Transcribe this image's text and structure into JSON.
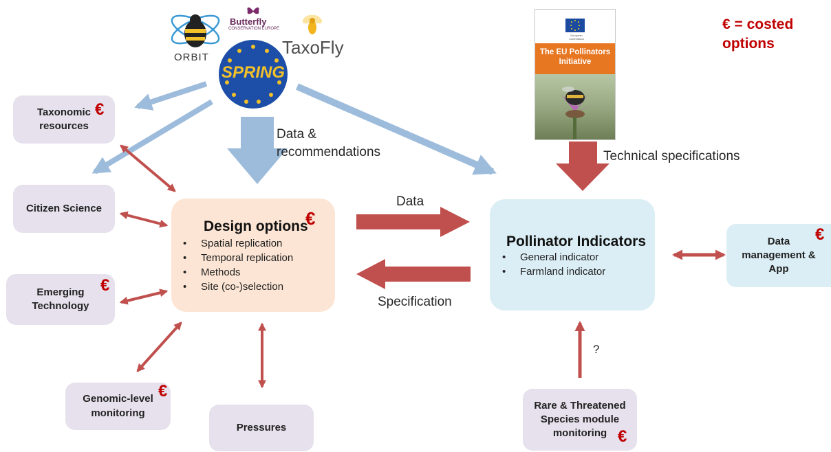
{
  "logos": {
    "orbit": "ORBIT",
    "butterfly_line1": "Butterfly",
    "butterfly_line2": "CONSERVATION EUROPE",
    "taxofly": "TaxoFly",
    "spring": "SPRING"
  },
  "eu_initiative": {
    "commission_text": "European Commission",
    "title": "The EU Pollinators Initiative"
  },
  "legend": {
    "line1": "€ = costed",
    "line2": "options"
  },
  "nodes": {
    "taxonomic": {
      "line1": "Taxonomic",
      "line2": "resources",
      "euro": "€"
    },
    "citizen": {
      "label": "Citizen Science"
    },
    "emerging": {
      "line1": "Emerging",
      "line2": "Technology",
      "euro": "€"
    },
    "genomic": {
      "line1": "Genomic-level",
      "line2": "monitoring",
      "euro": "€"
    },
    "pressures": {
      "label": "Pressures"
    },
    "design": {
      "title": "Design options",
      "euro": "€",
      "bullets": [
        "Spatial replication",
        "Temporal replication",
        "Methods",
        "Site (co-)selection"
      ]
    },
    "pollinator": {
      "title": "Pollinator Indicators",
      "bullets": [
        "General indicator",
        "Farmland indicator"
      ]
    },
    "data_mgmt": {
      "line1": "Data",
      "line2": "management &",
      "line3": "App",
      "euro": "€"
    },
    "rare": {
      "line1": "Rare & Threatened",
      "line2": "Species module",
      "line3": "monitoring",
      "euro": "€"
    }
  },
  "edge_labels": {
    "data_recommendations_1": "Data &",
    "data_recommendations_2": "recommendations",
    "technical_specifications": "Technical specifications",
    "data": "Data",
    "specification": "Specification",
    "question": "?"
  },
  "colors": {
    "blue_arrow": "#9dbcdc",
    "red_arrow": "#c0504d",
    "euro": "#c00000"
  }
}
